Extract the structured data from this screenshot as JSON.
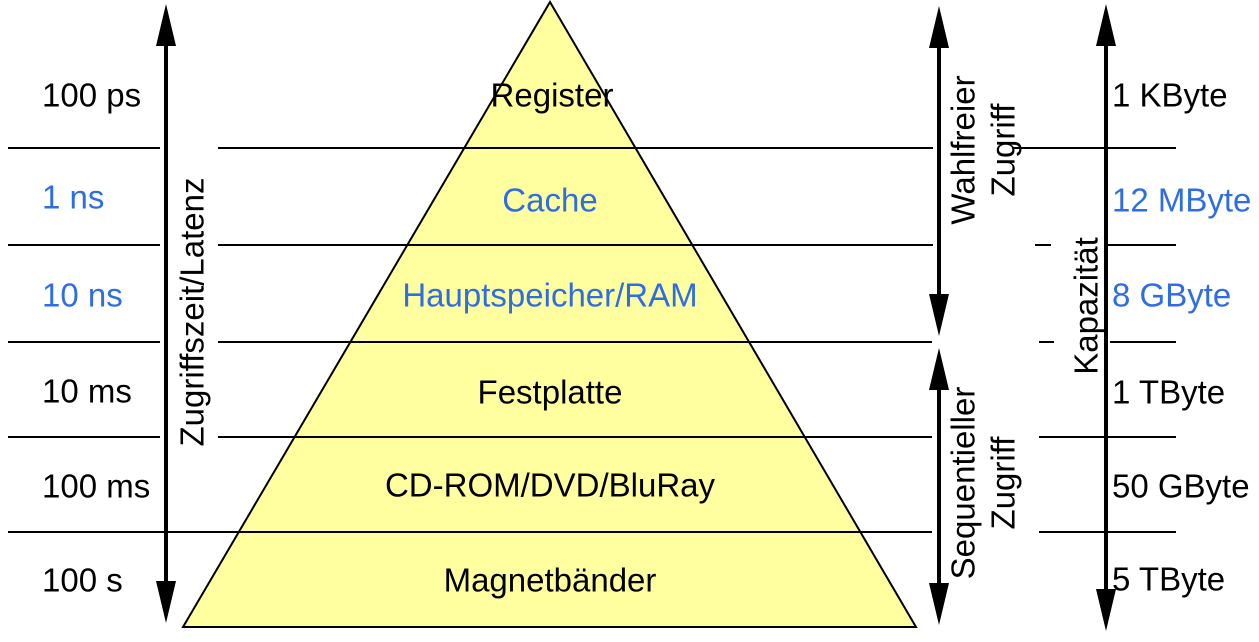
{
  "colors": {
    "pyramid_fill": "#FFFFA0",
    "line": "#000000",
    "black": "#000000",
    "blue": "#2E6DE6"
  },
  "latency_axis": {
    "label": "Zugriffszeit/Latenz",
    "values": [
      {
        "text": "100 ps",
        "color": "#000000"
      },
      {
        "text": "1 ns",
        "color": "#2E6DE6"
      },
      {
        "text": "10 ns",
        "color": "#2E6DE6"
      },
      {
        "text": "10 ms",
        "color": "#000000"
      },
      {
        "text": "100 ms",
        "color": "#000000"
      },
      {
        "text": "100 s",
        "color": "#000000"
      }
    ]
  },
  "pyramid": {
    "levels": [
      {
        "name": "Register",
        "color": "#000000"
      },
      {
        "name": "Cache",
        "color": "#2E6DE6"
      },
      {
        "name": "Hauptspeicher/RAM",
        "color": "#2E6DE6"
      },
      {
        "name": "Festplatte",
        "color": "#000000"
      },
      {
        "name": "CD-ROM/DVD/BluRay",
        "color": "#000000"
      },
      {
        "name": "Magnetbänder",
        "color": "#000000"
      }
    ]
  },
  "access_arrows": {
    "random": {
      "line1": "Wahlfreier",
      "line2": "Zugriff"
    },
    "sequential": {
      "line1": "Sequentieller",
      "line2": "Zugriff"
    }
  },
  "capacity_axis": {
    "label": "Kapazität",
    "values": [
      {
        "text": "1 KByte",
        "color": "#000000"
      },
      {
        "text": "12 MByte",
        "color": "#2E6DE6"
      },
      {
        "text": "8 GByte",
        "color": "#2E6DE6"
      },
      {
        "text": "1 TByte",
        "color": "#000000"
      },
      {
        "text": "50 GByte",
        "color": "#000000"
      },
      {
        "text": "5 TByte",
        "color": "#000000"
      }
    ]
  }
}
